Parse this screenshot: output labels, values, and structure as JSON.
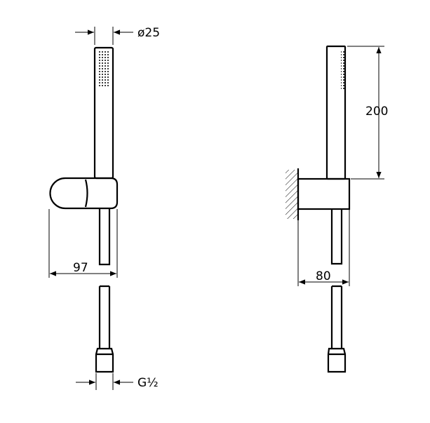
{
  "drawing": {
    "front_view": {
      "head_diameter": "ø25",
      "holder_projection": "97",
      "connection_thread": "G½"
    },
    "side_view": {
      "head_length": "200",
      "holder_depth": "80"
    }
  }
}
